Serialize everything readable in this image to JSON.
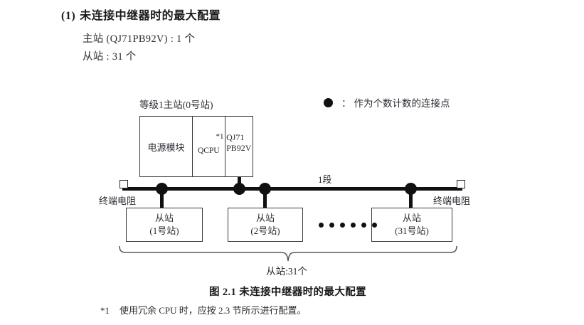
{
  "heading": {
    "number": "(1)",
    "title": "未连接中继器时的最大配置"
  },
  "spec_lines": [
    "主站 (QJ71PB92V) : 1 个",
    "从站 : 31 个"
  ],
  "legend": {
    "icon": "filled-circle-icon",
    "colon": "：",
    "text": "作为个数计数的连接点"
  },
  "diagram": {
    "master_label": "等级1主站(0号站)",
    "rack": {
      "power_module": "电源模块",
      "cpu_module": "QCPU",
      "cpu_footnote_mark": "*1",
      "network_module_line1": "QJ71",
      "network_module_line2": "PB92V"
    },
    "segment_label": "1段",
    "terminator_left_label": "终端电阻",
    "terminator_right_label": "终端电阻",
    "slaves": [
      {
        "name": "从站",
        "station": "(1号站)"
      },
      {
        "name": "从站",
        "station": "(2号站)"
      },
      {
        "name": "从站",
        "station": "(31号站)"
      }
    ],
    "ellipsis_dot_count": 6,
    "brace_label": "从站:31个"
  },
  "caption": "图 2.1  未连接中继器时的最大配置",
  "footnote": {
    "mark": "*1",
    "text": "使用冗余 CPU 时，应按 2.3 节所示进行配置。"
  }
}
